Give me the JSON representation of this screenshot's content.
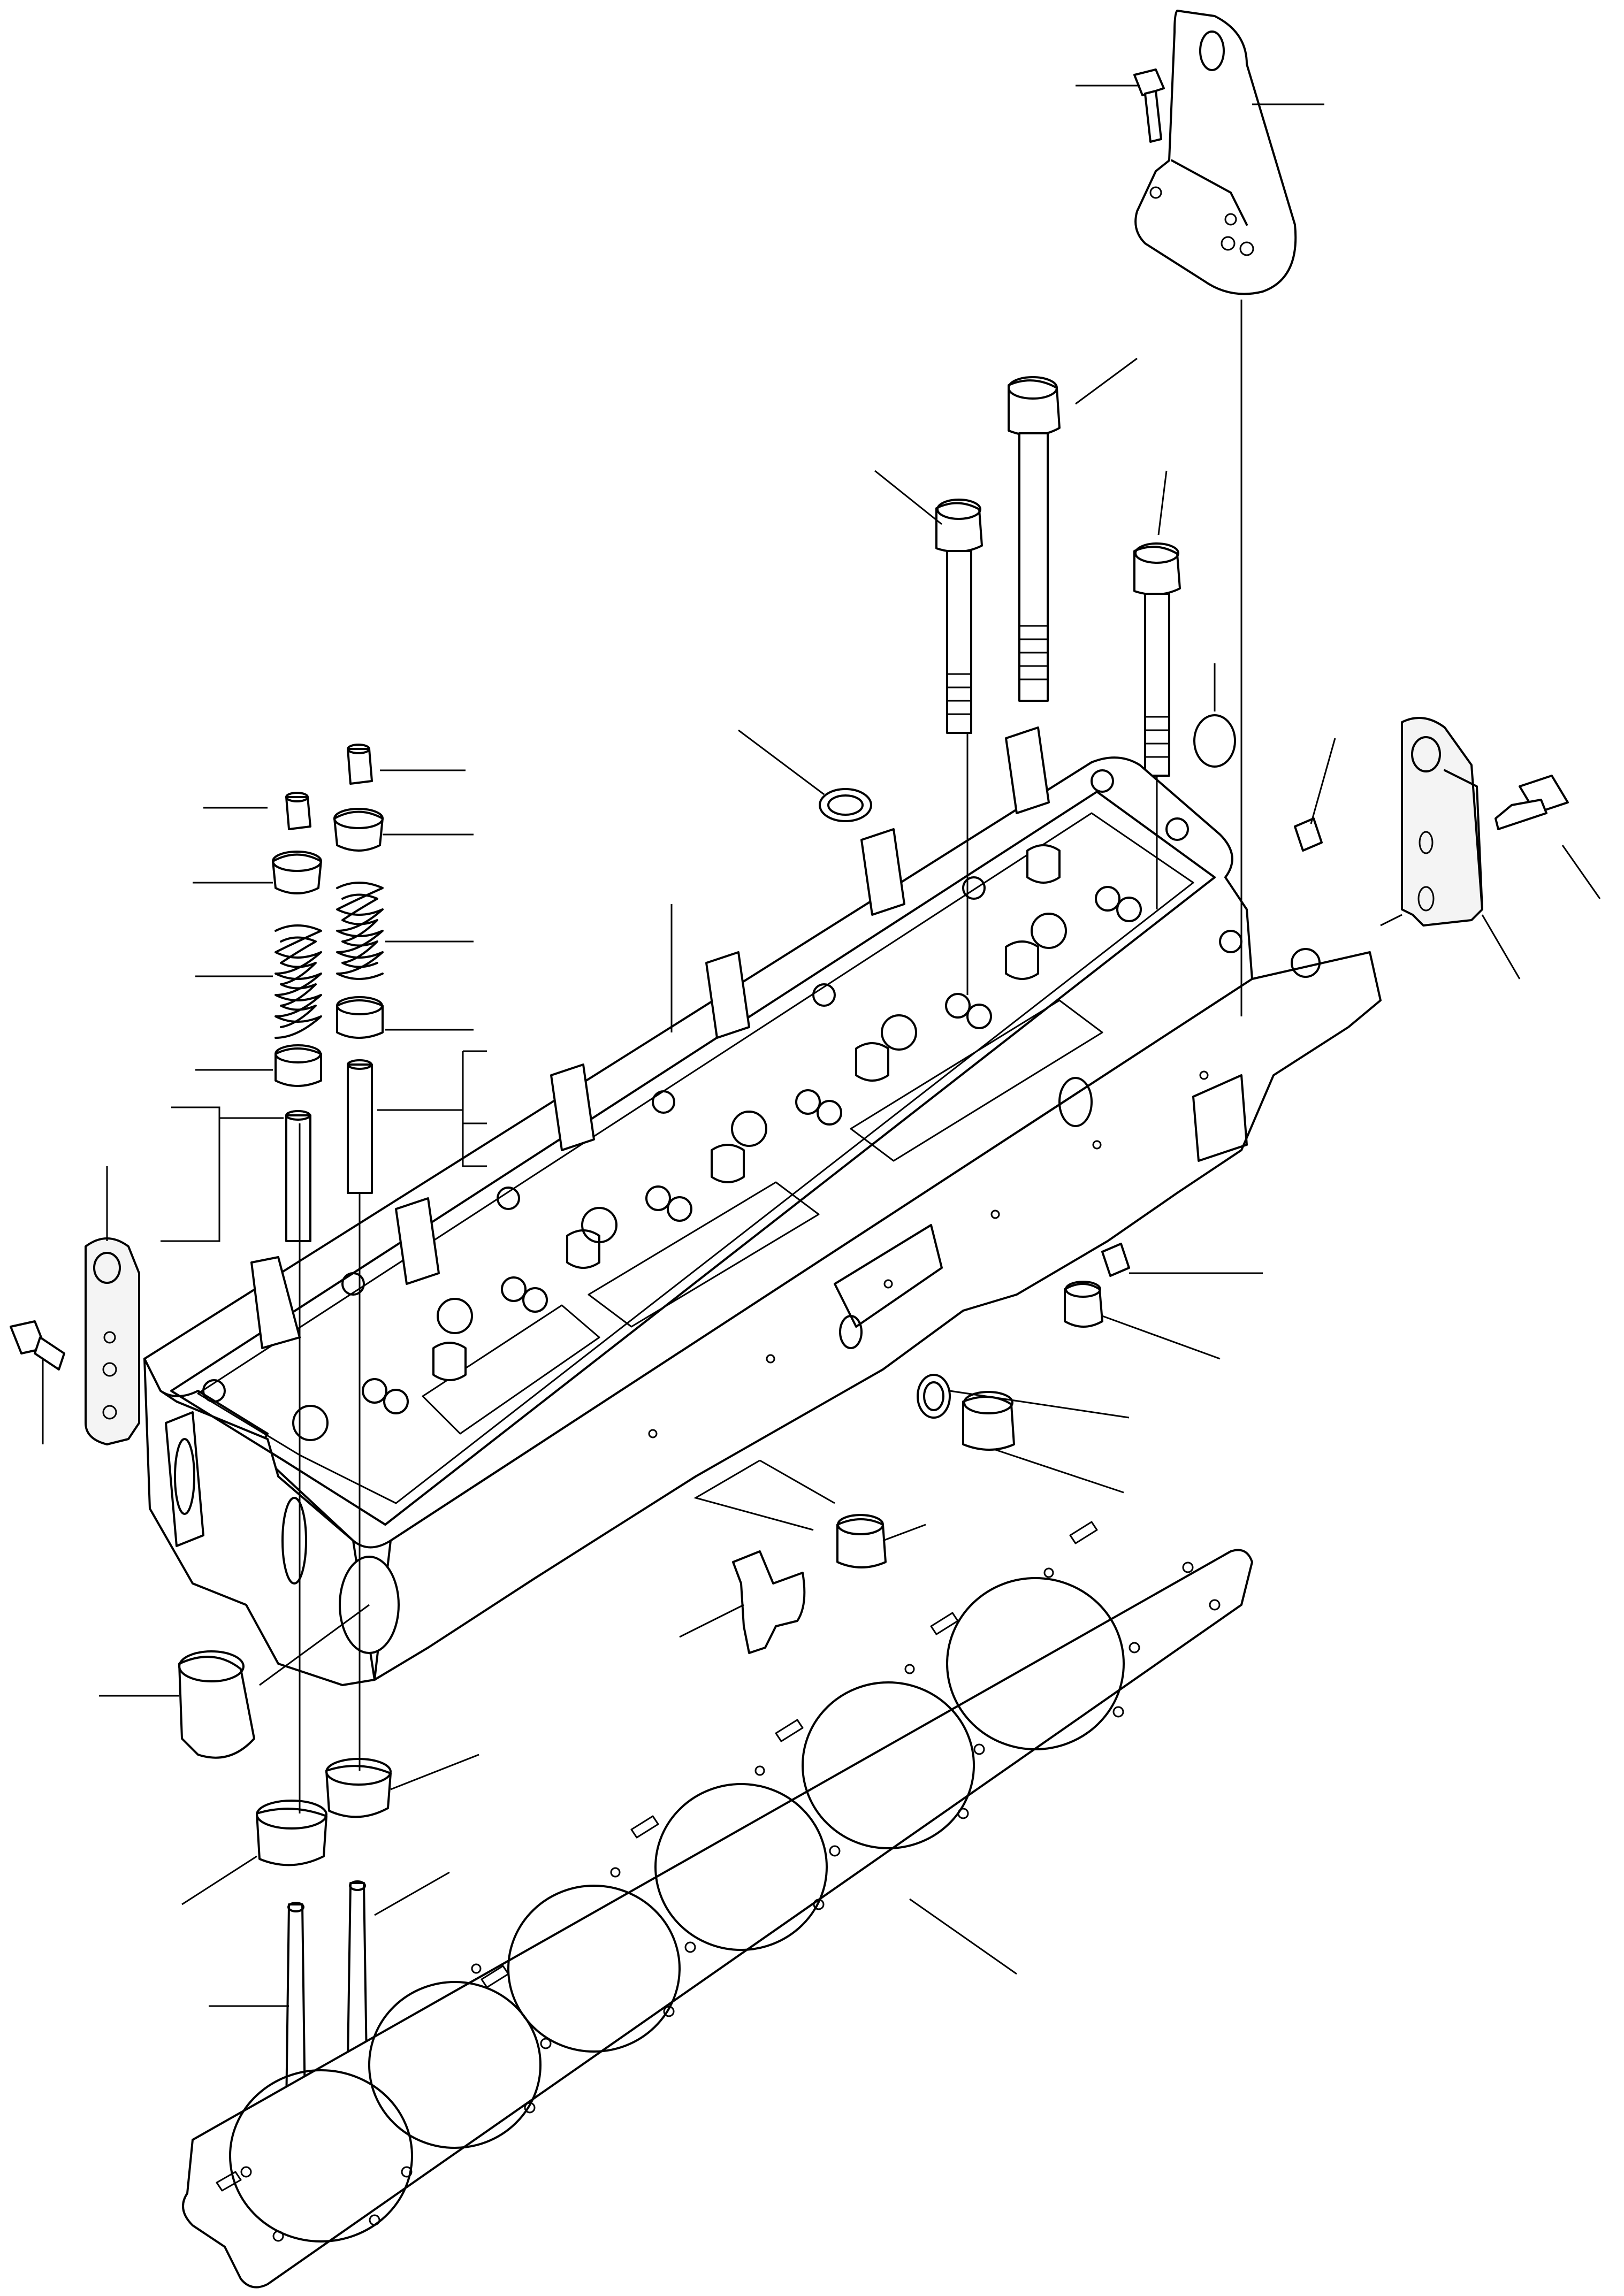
{
  "figure": {
    "kind": "exploded-parts-diagram",
    "subject_parts": [
      "cylinder-head",
      "cylinder-head-gasket",
      "lifting-bracket-rear",
      "lifting-bracket-side",
      "lifting-bracket-front",
      "head-bolt-long",
      "head-bolt-medium",
      "head-bolt-short",
      "valve-spring",
      "valve-spring-retainer",
      "valve-collet",
      "valve-stem-seal",
      "valve-guide",
      "intake-valve",
      "exhaust-valve",
      "valve-seat-insert",
      "injector-sleeve",
      "expansion-plug",
      "sealing-washer",
      "drain-plug",
      "threaded-plug",
      "elbow-fitting",
      "set-screw"
    ],
    "callout_labels_printed": false
  }
}
